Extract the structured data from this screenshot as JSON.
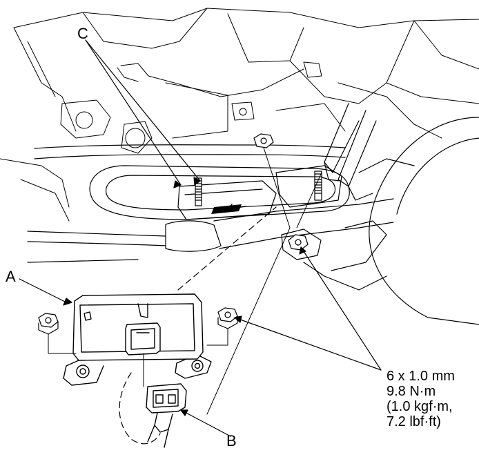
{
  "callouts": {
    "a": "A",
    "b": "B",
    "c": "C"
  },
  "torque_spec": {
    "line1": "6 x 1.0 mm",
    "line2": "9.8 N·m",
    "line3": "(1.0 kgf·m,",
    "line4": "7.2 lbf·ft)"
  },
  "colors": {
    "line": "#000000",
    "background": "#ffffff"
  }
}
